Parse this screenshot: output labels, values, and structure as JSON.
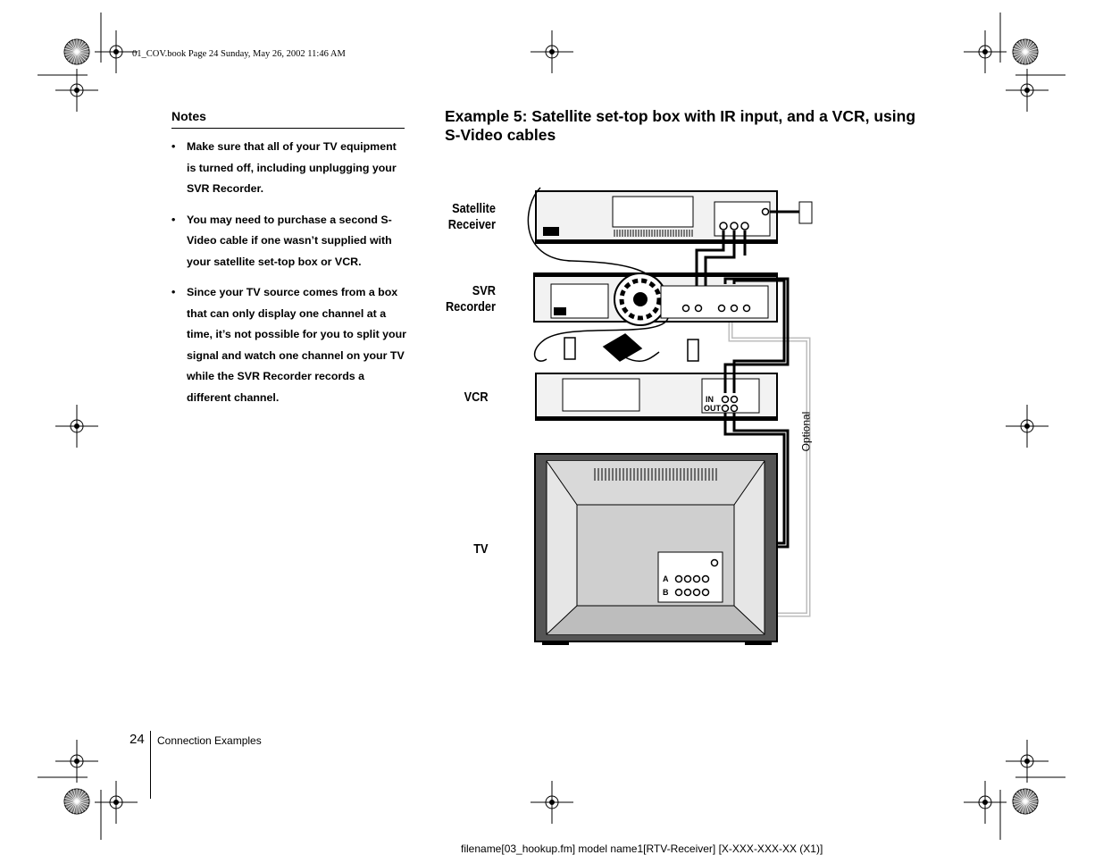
{
  "header": {
    "print_info": "01_COV.book  Page 24  Sunday, May 26, 2002  11:46 AM"
  },
  "notes": {
    "heading": "Notes",
    "bullet_symbol": "•",
    "items": [
      "Make sure that all of your TV equipment is turned off, including unplugging your SVR Recorder.",
      "You may need to purchase a second S-Video cable if one wasn’t supplied with your satellite set-top box or VCR.",
      "Since your TV source comes from a box that can only display one channel at a time, it’s not possible for you to split your signal and watch one channel on your TV while the SVR Recorder records a different channel."
    ]
  },
  "example": {
    "title": "Example 5: Satellite set-top box with IR input, and a VCR, using S-Video cables"
  },
  "diagram": {
    "devices": {
      "satellite": "Satellite Receiver",
      "svr": "SVR Recorder",
      "vcr": "VCR",
      "tv": "TV"
    },
    "optional_label": "Optional",
    "vcr_jacks": {
      "in": "IN",
      "out": "OUT"
    },
    "tv_rows": {
      "a": "A",
      "b": "B"
    }
  },
  "page": {
    "number": "24",
    "section": "Connection Examples"
  },
  "footer": {
    "text": "filename[03_hookup.fm] model name1[RTV-Receiver] [X-XXX-XXX-XX (X1)]"
  },
  "colors": {
    "ink": "#000000",
    "device_body": "#f2f2f2",
    "tv_frame": "#555555",
    "tv_inner": "#cfcfcf",
    "optional_cable": "#cccccc"
  }
}
